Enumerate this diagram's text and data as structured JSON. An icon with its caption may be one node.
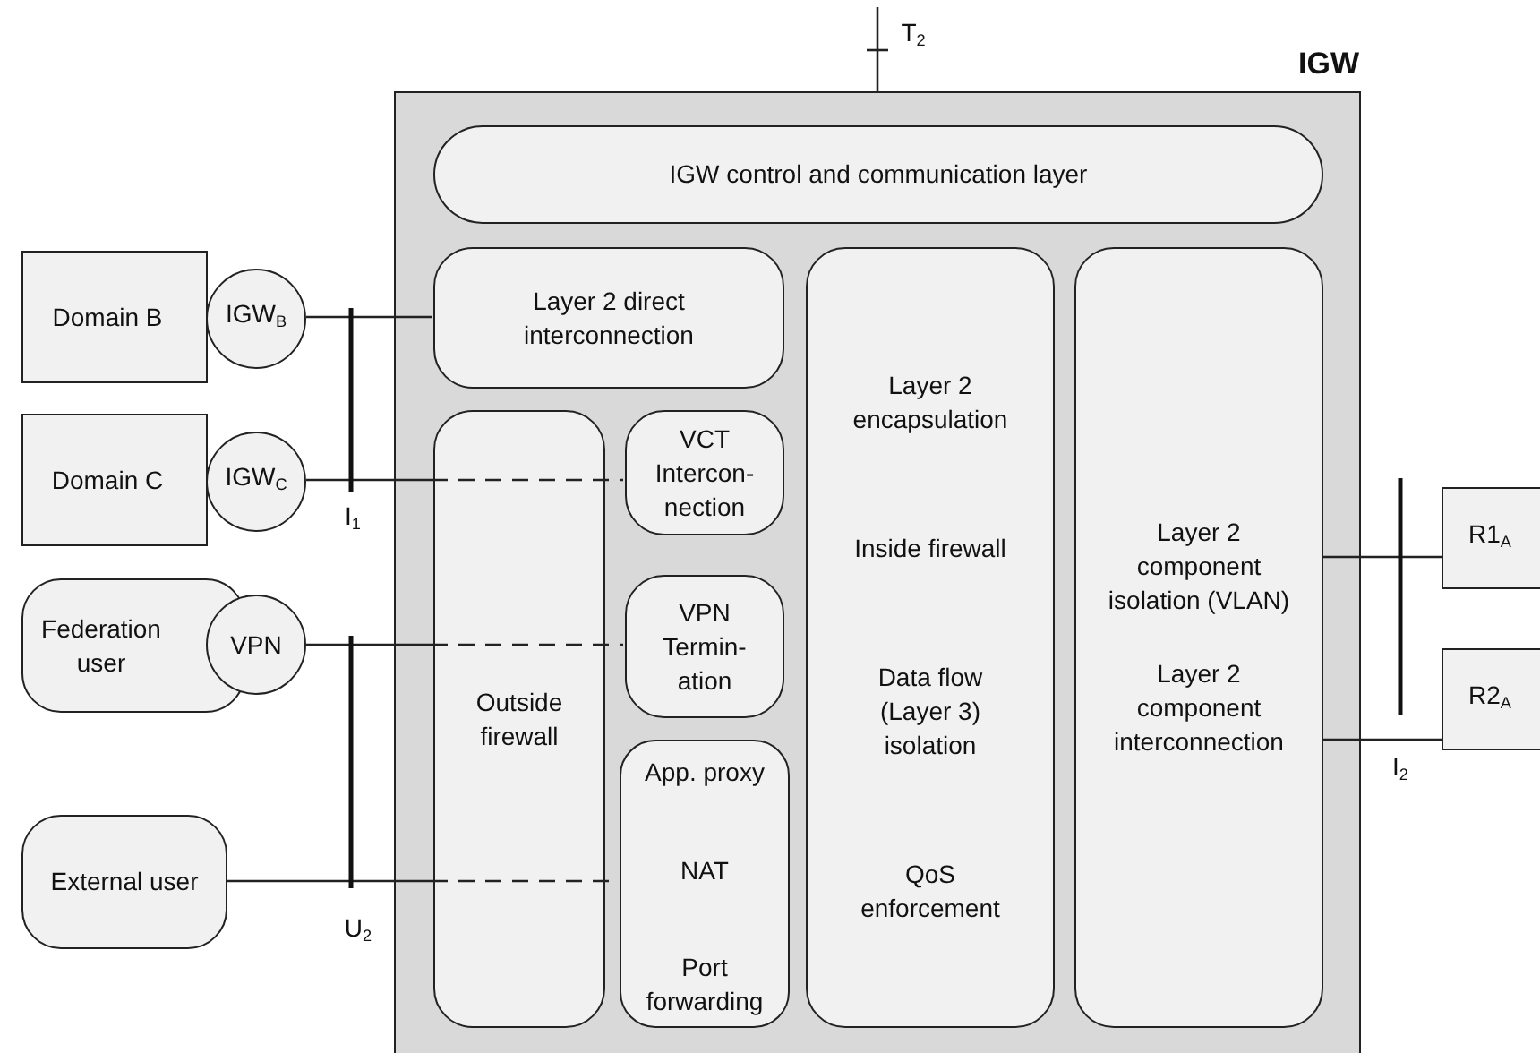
{
  "diagram": {
    "nodes": [
      {
        "text": [
          "IGW"
        ]
      },
      {
        "text": [
          "IGW control and communication layer"
        ],
        "in": 0
      },
      {
        "text": [
          "Layer 2 direct interconnection"
        ],
        "in": 0
      },
      {
        "text": [
          "Outside firewall"
        ],
        "in": 0
      },
      {
        "text": [
          "VCT Intercon- nection"
        ],
        "in": 0
      },
      {
        "text": [
          "VPN Termin- ation"
        ],
        "in": 0
      },
      {
        "text": [
          "App. proxy",
          "NAT",
          "Port forwarding"
        ],
        "in": 0
      },
      {
        "text": [
          "Layer 2 encapsulation",
          "Inside firewall",
          "Data flow (Layer 3) isolation",
          "QoS enforcement"
        ],
        "in": 0
      },
      {
        "text": [
          "Layer 2 component isolation (VLAN)",
          "Layer 2 component interconnection"
        ],
        "in": 0
      },
      {
        "text": [
          "Domain B"
        ]
      },
      {
        "text": [
          "IGW$_{B}$"
        ]
      },
      {
        "text": [
          "Domain C"
        ]
      },
      {
        "text": [
          "IGW$_{C}$"
        ]
      },
      {
        "text": [
          "Federation user"
        ]
      },
      {
        "text": [
          "VPN"
        ]
      },
      {
        "text": [
          "External user"
        ]
      },
      {
        "text": [
          "R1$_{A}$"
        ]
      },
      {
        "text": [
          "R2$_{A}$"
        ]
      }
    ],
    "edges": [
      {
        "from": 10,
        "to": 2,
        "arrow": "none"
      },
      {
        "from": 12,
        "to": 3,
        "arrow": "none"
      },
      {
        "from": 3,
        "to": 4,
        "arrow": "none",
        "style": "dashed"
      },
      {
        "from": 14,
        "to": 3,
        "arrow": "none"
      },
      {
        "from": 3,
        "to": 5,
        "arrow": "none",
        "style": "dashed"
      },
      {
        "from": 15,
        "to": 3,
        "arrow": "none"
      },
      {
        "from": 3,
        "to": 6,
        "arrow": "none",
        "style": "dashed"
      },
      {
        "from": 8,
        "to": 16,
        "arrow": "none"
      },
      {
        "from": 8,
        "to": 17,
        "arrow": "none"
      },
      {
        "from": null,
        "to": 0,
        "arrow": "none",
        "label": "T$_{2}$"
      }
    ],
    "labels": [
      "I$_{1}$",
      "U$_{2}$",
      "I$_{2}$"
    ]
  }
}
